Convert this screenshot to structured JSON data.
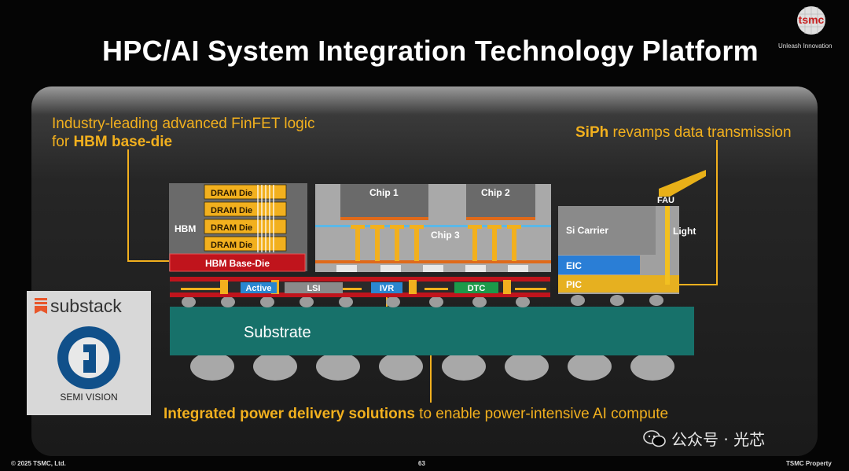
{
  "header": {
    "title": "HPC/AI System Integration Technology Platform",
    "logo_text": "tsmc",
    "tagline": "Unleash Innovation"
  },
  "captions": {
    "hbm_line1": "Industry-leading advanced FinFET logic",
    "hbm_line2_prefix": "for ",
    "hbm_line2_bold": "HBM base-die",
    "siph_bold": "SiPh",
    "siph_rest": " revamps data transmission",
    "power_bold": "Integrated power delivery solutions",
    "power_rest": " to enable power-intensive AI compute"
  },
  "hbm": {
    "label": "HBM",
    "dies": [
      "DRAM Die",
      "DRAM Die",
      "DRAM Die",
      "DRAM Die"
    ],
    "base_die": "HBM Base-Die"
  },
  "chips": {
    "chip1": "Chip 1",
    "chip2": "Chip 2",
    "chip3": "Chip 3"
  },
  "interposer": {
    "active": "Active",
    "lsi": "LSI",
    "ivr": "IVR",
    "dtc": "DTC"
  },
  "siph": {
    "si_carrier": "Si Carrier",
    "fau": "FAU",
    "light": "Light",
    "eic": "EIC",
    "pic": "PIC"
  },
  "substrate": {
    "label": "Substrate"
  },
  "watermark": {
    "brand": "substack",
    "semi": "SEMI VISION",
    "wechat": "公众号 · 光芯"
  },
  "footer": {
    "copyright": "© 2025 TSMC, Ltd.",
    "page": "63",
    "property": "TSMC Property"
  },
  "colors": {
    "accent_gold": "#f2b01e",
    "substrate_teal": "#17716a",
    "base_die_red": "#c0141c",
    "eic_blue": "#2a7ed6"
  }
}
